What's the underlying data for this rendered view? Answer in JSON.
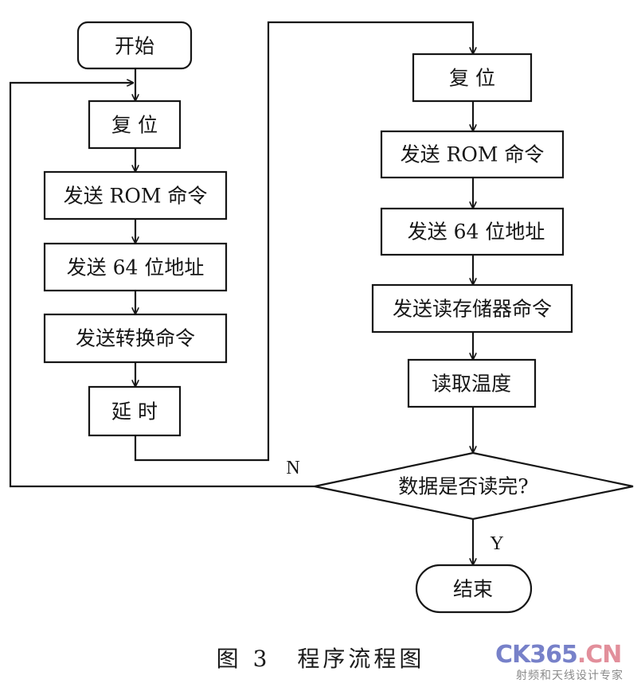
{
  "figure": {
    "caption_prefix": "图",
    "caption_number": "3",
    "caption_title": "程序流程图"
  },
  "flowchart": {
    "left_column": {
      "start": "开始",
      "steps": [
        "复 位",
        "发送 ROM 命令",
        "发送 64 位地址",
        "发送转换命令",
        "延 时"
      ]
    },
    "right_column": {
      "steps": [
        "复 位",
        "发送 ROM 命令",
        "发送 64 位地址",
        "发送读存储器命令",
        "读取温度"
      ],
      "decision": "数据是否读完?",
      "no_label": "N",
      "yes_label": "Y",
      "end": "结束"
    }
  },
  "watermark": {
    "logo_part1": "CK365",
    "logo_part2": ".CN",
    "tagline": "射频和天线设计专家",
    "colors": {
      "blue": "#4a57b8",
      "pink": "#d96a7a"
    }
  }
}
